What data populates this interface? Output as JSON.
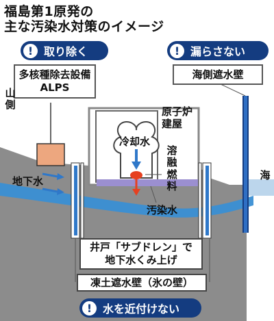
{
  "title": {
    "line1": "福島第1原発の",
    "line2": "主な汚染水対策のイメージ"
  },
  "pills": {
    "remove": "取り除く",
    "no_leak": "漏らさない",
    "no_approach": "水を近付けない"
  },
  "labels": {
    "alps": "多核種除去設備\nALPS",
    "seawall": "海側遮水壁",
    "mountain": "山側",
    "groundwater": "地下水",
    "reactor_building": "原子炉\n建屋",
    "coolant": "冷却水",
    "molten_fuel": "溶融燃料",
    "contaminated_water": "汚染水",
    "sea": "海",
    "subdrain": "井戸「サブドレン」で\n地下水くみ上げ",
    "ice_wall": "凍土遮水壁（氷の壁）"
  },
  "icons": {
    "exclamation": "!"
  },
  "colors": {
    "navy": "#143c80",
    "ground": "#8c8c8c",
    "groundwater": "#3a8fd4",
    "sea": "#bcd6ec",
    "contaminated": "#9b8fd0",
    "coolant_arrow": "#2f78c9",
    "fuel": "#e64020",
    "alps_box": "#eda77f"
  }
}
